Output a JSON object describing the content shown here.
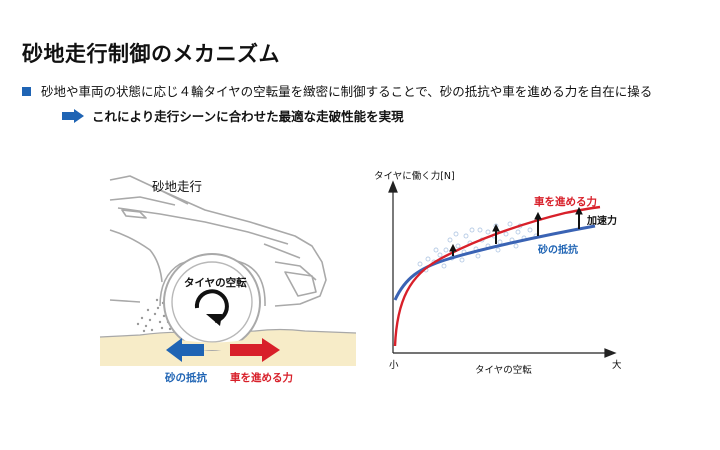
{
  "page": {
    "title": "砂地走行制御のメカニズム",
    "bullet_text": "砂地や車両の状態に応じ４輪タイヤの空転量を緻密に制御することで、砂の抵抗や車を進める力を自在に操る",
    "result_text": "これにより走行シーンに合わせた最適な走破性能を実現"
  },
  "illustration": {
    "scene_label": "砂地走行",
    "wheel_label": "タイヤの空転",
    "left_arrow_label": "砂の抵抗",
    "right_arrow_label": "車を進める力"
  },
  "graph": {
    "y_axis_label": "タイヤに働く力[N]",
    "x_axis_label": "タイヤの空転",
    "x_min_label": "小",
    "x_max_label": "大",
    "red_curve_label": "車を進める力",
    "blue_curve_label": "砂の抵抗",
    "gap_label": "加速力"
  },
  "colors": {
    "blue": "#1f64b4",
    "red": "#d8202a",
    "sand": "#f7ecc8",
    "scatter": "#b9cde6"
  }
}
